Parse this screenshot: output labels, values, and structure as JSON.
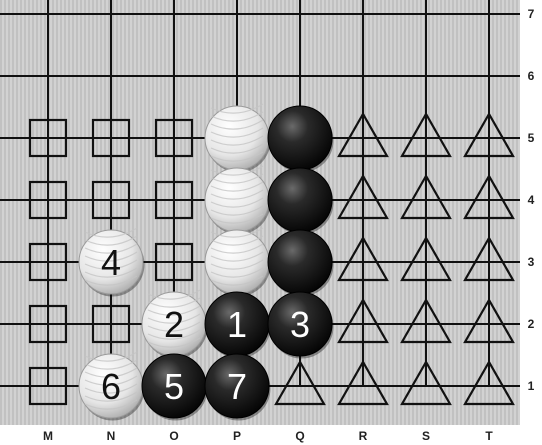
{
  "board": {
    "col_labels": [
      "M",
      "N",
      "O",
      "P",
      "Q",
      "R",
      "S",
      "T"
    ],
    "row_labels": [
      "7",
      "6",
      "5",
      "4",
      "3",
      "2",
      "1"
    ],
    "stones": [
      {
        "col": "P",
        "row": "5",
        "color": "white"
      },
      {
        "col": "Q",
        "row": "5",
        "color": "black"
      },
      {
        "col": "P",
        "row": "4",
        "color": "white"
      },
      {
        "col": "Q",
        "row": "4",
        "color": "black"
      },
      {
        "col": "P",
        "row": "3",
        "color": "white"
      },
      {
        "col": "Q",
        "row": "3",
        "color": "black"
      },
      {
        "col": "N",
        "row": "3",
        "color": "white",
        "label": "4"
      },
      {
        "col": "O",
        "row": "2",
        "color": "white",
        "label": "2"
      },
      {
        "col": "P",
        "row": "2",
        "color": "black",
        "label": "1"
      },
      {
        "col": "Q",
        "row": "2",
        "color": "black",
        "label": "3"
      },
      {
        "col": "N",
        "row": "1",
        "color": "white",
        "label": "6"
      },
      {
        "col": "O",
        "row": "1",
        "color": "black",
        "label": "5"
      },
      {
        "col": "P",
        "row": "1",
        "color": "black",
        "label": "7"
      }
    ],
    "square_marks": [
      "M5",
      "N5",
      "O5",
      "M4",
      "N4",
      "O4",
      "M3",
      "O3",
      "M2",
      "N2",
      "M1"
    ],
    "triangle_marks": [
      "R5",
      "S5",
      "T5",
      "R4",
      "S4",
      "T4",
      "R3",
      "S3",
      "T3",
      "R2",
      "S2",
      "T2",
      "Q1",
      "R1",
      "S1",
      "T1"
    ],
    "colors": {
      "board_bg": "#c9c9c9",
      "grid_line": "#111111",
      "black_stone": "#141414",
      "white_stone": "#efefef"
    }
  }
}
